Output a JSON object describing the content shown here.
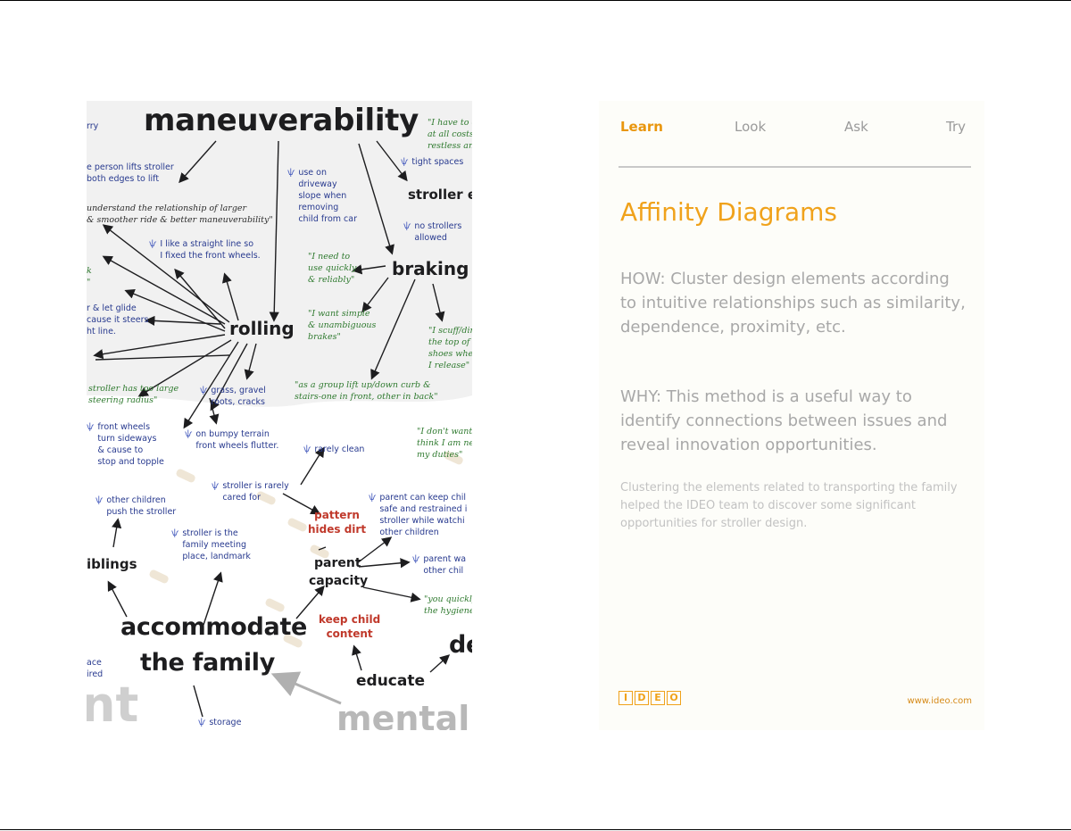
{
  "left_card": {
    "nodes": {
      "maneuverability": "maneuverability",
      "rolling": "rolling",
      "braking": "braking",
      "stroller_et": "stroller et",
      "siblings": "iblings",
      "accommodate": "accommodate",
      "the_family": "the family",
      "parent": "parent",
      "capacity": "capacity",
      "educate": "educate",
      "de": "de",
      "mental": "mental",
      "nt": "nt",
      "pattern": "pattern",
      "hides_dirt": "hides dirt",
      "keep_child": "keep child",
      "content": "content"
    },
    "notes": {
      "rry": "rry",
      "person_lifts": "e person lifts stroller\nboth edges to lift",
      "use_on_driveway": "use on\ndriveway\nslope when\nremoving\nchild from car",
      "tight_spaces": "tight spaces",
      "no_strollers": "no strollers\nallowed",
      "straight_line": "I like a straight line so\nI fixed the front wheels.",
      "let_glide": "r & let glide\ncause it steers\nht line.",
      "grass": "grass, gravel\nroots, cracks",
      "front_wheels": "front wheels\nturn sideways\n& cause to\nstop and topple",
      "bumpy": "on bumpy terrain\nfront wheels flutter.",
      "rarely_clean": "rarely clean",
      "rarely_cared": "stroller is rarely\ncared for",
      "other_children": "other children\npush the stroller",
      "meeting_place": "stroller is the\nfamily meeting\nplace, landmark",
      "parent_keep": "parent can keep chil\nsafe and restrained i\nstroller while watchi\nother children",
      "parent_wa": "parent wa\nother chil",
      "ace_ired": "ace\nired",
      "storage": "storage"
    },
    "quotes": {
      "have_to": "\"I have to c\nat all costs\nrestless and",
      "understand": "understand the relationship of larger\n& smoother ride & better maneuverability\"",
      "k": "k\n\"",
      "need_to": "\"I need to\nuse quickly\n& reliably\"",
      "want_simple": "\"I want simple\n& unambiguous\nbrakes\"",
      "scuff": "\"I scuff/dir\nthe top of\nshoes when\nI release\"",
      "turning_radius": "stroller has too large\nsteering radius\"",
      "group_lift": "\"as a group lift up/down curb &\nstairs-one in front, other in back\"",
      "dont_want": "\"I don't want\nthink I am ne\nmy duties\"",
      "quickly": "\"you quickly\nthe hygiene"
    }
  },
  "right_card": {
    "tabs": [
      "Learn",
      "Look",
      "Ask",
      "Try"
    ],
    "title": "Affinity Diagrams",
    "how": "HOW: Cluster design elements according to intuitive relationships such as similarity, dependence, proximity, etc.",
    "why": "WHY: This method is a useful way to identify connections between issues and reveal innovation opportunities.",
    "example": "Clustering the elements related to transporting the family helped the IDEO team to discover some significant opportunities for stroller design.",
    "logo_letters": [
      "I",
      "D",
      "E",
      "O"
    ],
    "url": "www.ideo.com"
  }
}
